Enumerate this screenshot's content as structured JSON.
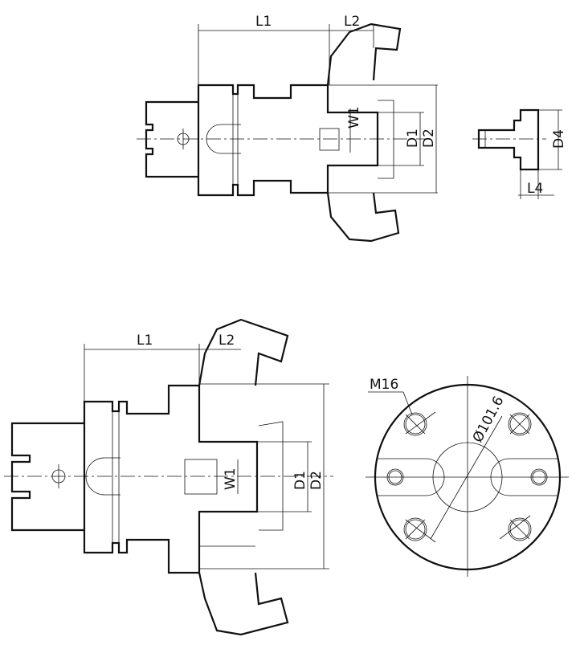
{
  "top_view": {
    "labels": {
      "l1": "L1",
      "l2": "L2",
      "w1": "W1",
      "d1": "D1",
      "d2": "D2"
    },
    "screw": {
      "d4": "D4",
      "l4": "L4"
    }
  },
  "bottom_view": {
    "labels": {
      "l1": "L1",
      "l2": "L2",
      "w1": "W1",
      "d1": "D1",
      "d2": "D2"
    }
  },
  "flange_face": {
    "thread": "M16",
    "diameter": "Ø101.6"
  }
}
